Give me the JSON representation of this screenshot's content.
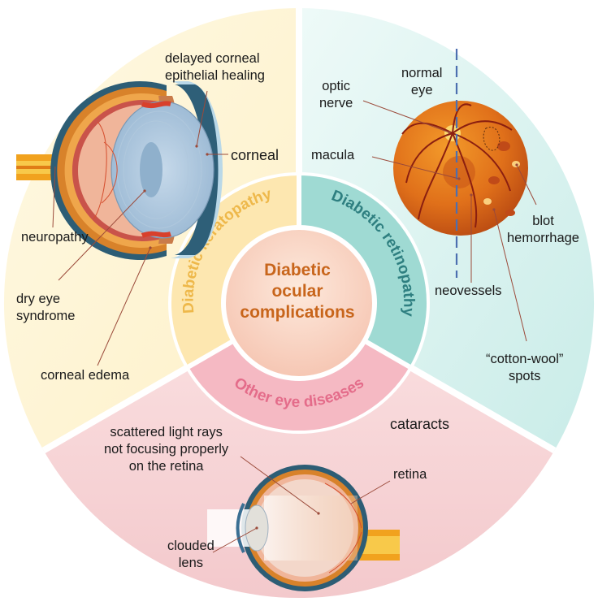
{
  "center": {
    "line1": "Diabetic",
    "line2": "ocular",
    "line3": "complications"
  },
  "segments": {
    "keratopathy": "Diabetic keratopathy",
    "retinopathy": "Diabetic retinopathy",
    "other": "Other eye diseases"
  },
  "labels": {
    "delayed_healing_1": "delayed corneal",
    "delayed_healing_2": "epithelial healing",
    "corneal": "corneal",
    "neuropathy": "neuropathy",
    "dry_eye_1": "dry eye",
    "dry_eye_2": "syndrome",
    "corneal_edema": "corneal edema",
    "normal_eye_1": "normal",
    "normal_eye_2": "eye",
    "optic_nerve_1": "optic",
    "optic_nerve_2": "nerve",
    "macula": "macula",
    "blot_hemorrhage_1": "blot",
    "blot_hemorrhage_2": "hemorrhage",
    "neovessels": "neovessels",
    "cotton_wool_1": "“cotton-wool”",
    "cotton_wool_2": "spots",
    "scattered_1": "scattered light rays",
    "scattered_2": "not focusing properly",
    "scattered_3": "on the retina",
    "cataracts": "cataracts",
    "retina": "retina",
    "clouded_lens_1": "clouded",
    "clouded_lens_2": "lens"
  },
  "colors": {
    "keratopathy_bg": "#fdf4d6",
    "retinopathy_bg": "#d8f1ee",
    "other_bg": "#f7d4d6",
    "keratopathy_text": "#eeb84a",
    "retinopathy_text": "#2e7f80",
    "other_text": "#e46c8a",
    "center_text": "#c8651b",
    "leader_line": "#9b4a3a"
  }
}
